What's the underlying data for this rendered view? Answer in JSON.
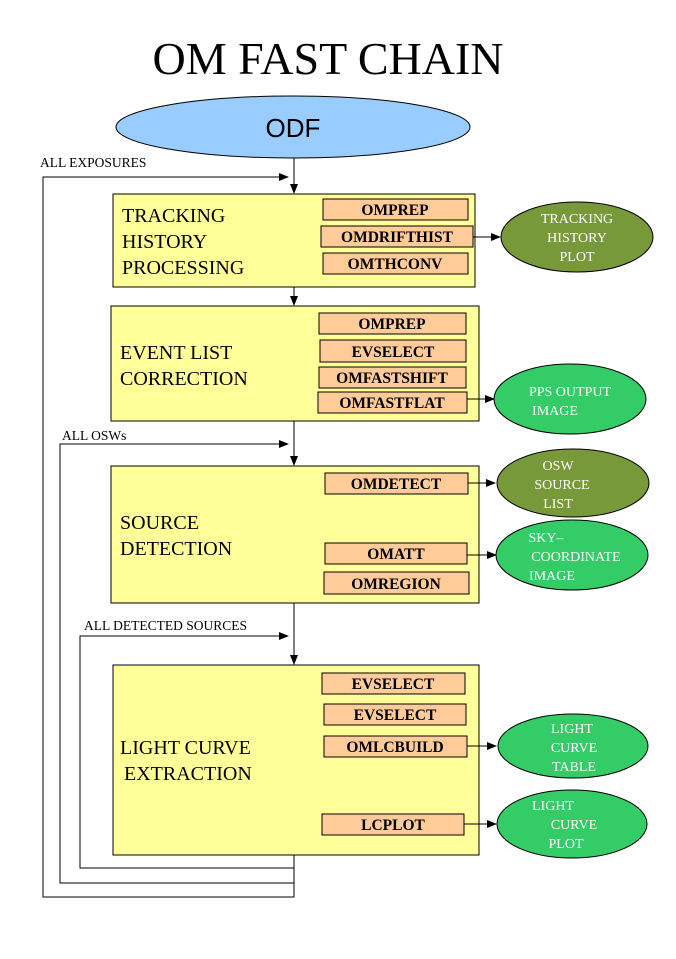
{
  "title": "OM FAST CHAIN",
  "source": "ODF",
  "loops": {
    "all_exposures": "ALL EXPOSURES",
    "all_osws": "ALL OSWs",
    "all_detected_sources": "ALL DETECTED SOURCES"
  },
  "stages": [
    {
      "name": [
        "TRACKING",
        "HISTORY",
        "PROCESSING"
      ],
      "tasks": [
        "OMPREP",
        "OMDRIFTHIST",
        "OMTHCONV"
      ],
      "outputs": [
        {
          "lines": [
            "TRACKING",
            "HISTORY",
            "PLOT"
          ],
          "color": "#77993a"
        }
      ]
    },
    {
      "name": [
        "EVENT LIST",
        "CORRECTION"
      ],
      "tasks": [
        "OMPREP",
        "EVSELECT",
        "OMFASTSHIFT",
        "OMFASTFLAT"
      ],
      "outputs": [
        {
          "lines": [
            "PPS OUTPUT",
            "IMAGE"
          ],
          "color": "#33cc66"
        }
      ]
    },
    {
      "name": [
        "SOURCE",
        "DETECTION"
      ],
      "tasks": [
        "OMDETECT",
        "OMATT",
        "OMREGION"
      ],
      "outputs": [
        {
          "lines": [
            "OSW",
            "SOURCE",
            "LIST"
          ],
          "color": "#77993a"
        },
        {
          "lines": [
            "SKY–",
            "COORDINATE",
            "IMAGE"
          ],
          "color": "#33cc66"
        }
      ]
    },
    {
      "name": [
        "LIGHT CURVE",
        "EXTRACTION"
      ],
      "tasks": [
        "EVSELECT",
        "EVSELECT",
        "OMLCBUILD",
        "LCPLOT"
      ],
      "outputs": [
        {
          "lines": [
            "LIGHT",
            "CURVE",
            "TABLE"
          ],
          "color": "#33cc66"
        },
        {
          "lines": [
            "LIGHT",
            "CURVE",
            "PLOT"
          ],
          "color": "#33cc66"
        }
      ]
    }
  ]
}
